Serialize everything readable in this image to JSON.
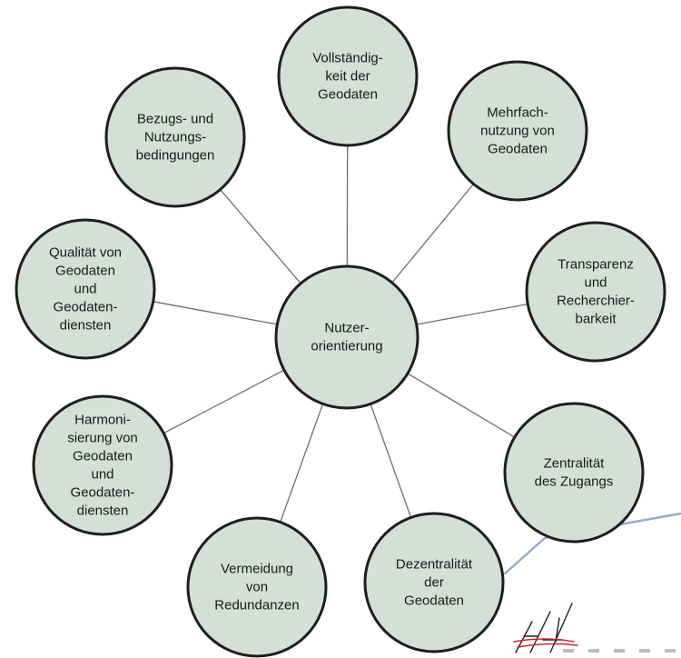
{
  "center": {
    "lines": [
      "Nutzer-",
      "orientierung"
    ]
  },
  "nodes": [
    {
      "id": "vollstaendigkeit",
      "lines": [
        "Vollständig-",
        "keit der",
        "Geodaten"
      ]
    },
    {
      "id": "mehrfachnutzung",
      "lines": [
        "Mehrfach-",
        "nutzung von",
        "Geodaten"
      ]
    },
    {
      "id": "transparenz",
      "lines": [
        "Transparenz",
        "und",
        "Recherchier-",
        "barkeit"
      ]
    },
    {
      "id": "zentralitaet",
      "lines": [
        "Zentralität",
        "des Zugangs"
      ]
    },
    {
      "id": "dezentralitaet",
      "lines": [
        "Dezentralität",
        "der",
        "Geodaten"
      ]
    },
    {
      "id": "vermeidung",
      "lines": [
        "Vermeidung",
        "von",
        "Redundanzen"
      ]
    },
    {
      "id": "harmonisierung",
      "lines": [
        "Harmoni-",
        "sierung von",
        "Geodaten",
        "und",
        "Geodaten-",
        "diensten"
      ]
    },
    {
      "id": "qualitaet",
      "lines": [
        "Qualität von",
        "Geodaten",
        "und",
        "Geodaten-",
        "diensten"
      ]
    },
    {
      "id": "bezugs",
      "lines": [
        "Bezugs- und",
        "Nutzungs-",
        "bedingungen"
      ]
    }
  ],
  "colors": {
    "node_fill": "#d3dfd7",
    "node_stroke": "#1e1e1e",
    "connector": "#6f6f6f",
    "accent_line": "#9aa9c8",
    "logo_red": "#c8202a"
  }
}
